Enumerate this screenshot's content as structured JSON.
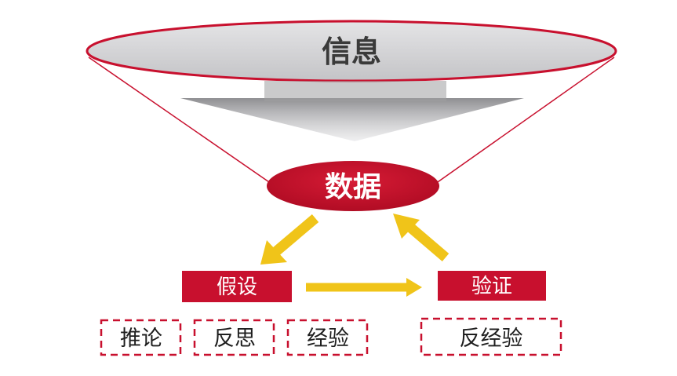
{
  "top": {
    "label": "信息"
  },
  "center": {
    "label": "数据"
  },
  "hypothesis": {
    "label": "假设"
  },
  "verification": {
    "label": "验证"
  },
  "sources": [
    {
      "label": "推论"
    },
    {
      "label": "反思"
    },
    {
      "label": "经验"
    }
  ],
  "counter": {
    "label": "反经验"
  },
  "colors": {
    "accent_red": "#c8102e",
    "arrow_yellow": "#f0c419",
    "top_fill": "#cfcfd1",
    "funnel_arrow_gray": "#a9a9ab"
  }
}
